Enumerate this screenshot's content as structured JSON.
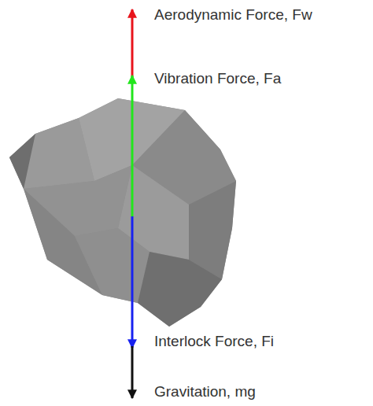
{
  "diagram": {
    "labels": [
      "Aerodynamic Force, Fw",
      "Vibration Force, Fa",
      "Interlock Force, Fi",
      "Gravitation, mg"
    ]
  }
}
